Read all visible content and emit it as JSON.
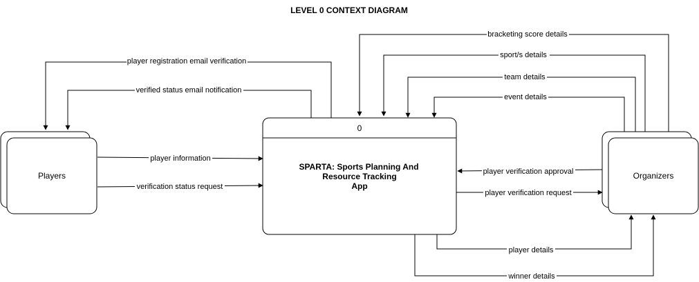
{
  "diagram": {
    "title": "LEVEL 0 CONTEXT DIAGRAM",
    "process": {
      "number": "0",
      "name_lines": [
        "SPARTA: Sports Planning And",
        "Resource Tracking",
        "App"
      ]
    },
    "entities": {
      "players": "Players",
      "organizers": "Organizers"
    },
    "flows": {
      "player_registration_email_verification": "player registration email verification",
      "verified_status_email_notification": "verified status email notification",
      "player_information": "player information",
      "verification_status_request": "verification status request",
      "bracketing_score_details": "bracketing score details",
      "sports_details": "sport/s details",
      "team_details": "team details",
      "event_details": "event details",
      "player_verification_approval": "player verification approval",
      "player_verification_request": "player verification request",
      "player_details": "player details",
      "winner_details": "winner details"
    }
  }
}
